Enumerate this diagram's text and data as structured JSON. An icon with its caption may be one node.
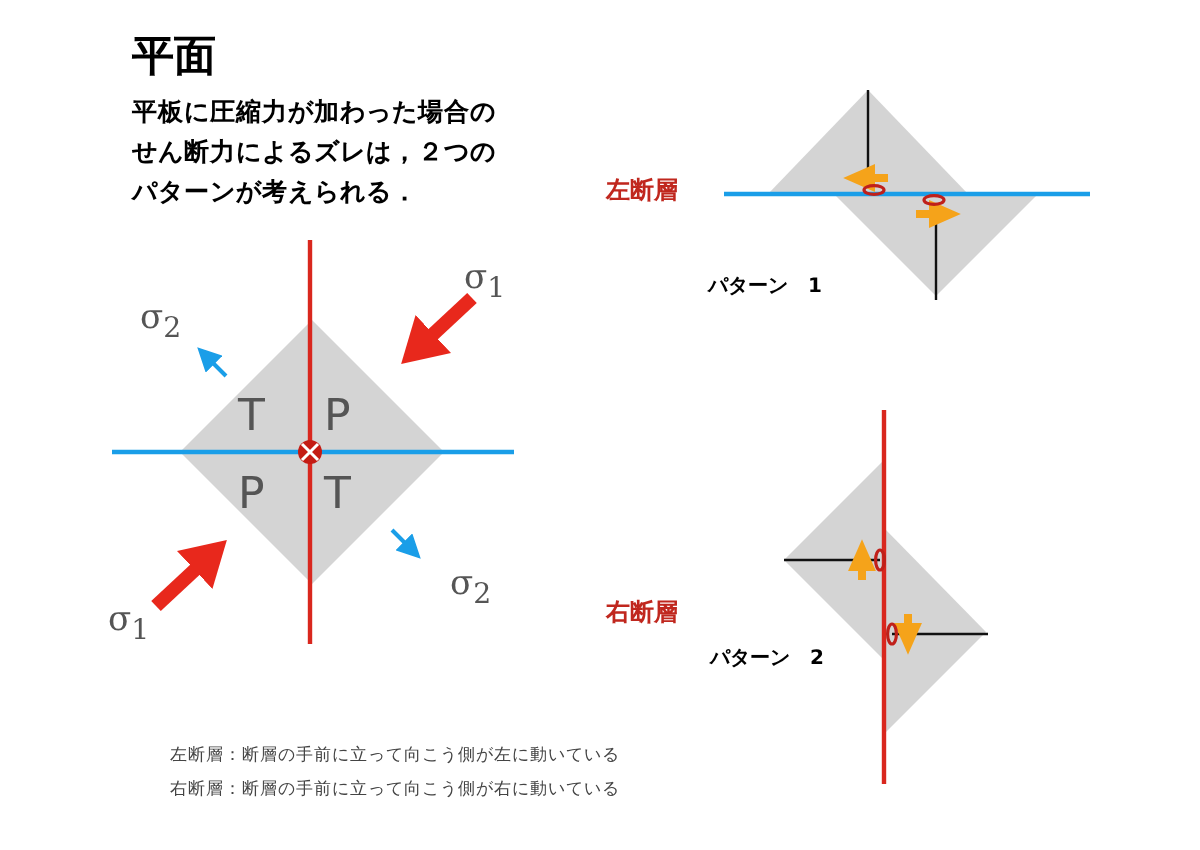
{
  "diagram": {
    "title": "平面",
    "nodes": [
      {
        "text": [
          "T",
          "P",
          "P",
          "T"
        ]
      }
    ],
    "labels": [
      "平板に圧縮力が加わった場合のせん断力によるズレは，２つのパターンが考えられる．",
      "σ$_{1}$",
      "σ$_{2}$",
      "σ$_{2}$",
      "σ$_{1}$",
      "左断層",
      "パターン　1",
      "右断層",
      "パターン　2",
      "左断層：断層の手前に立って向こう側が左に動いている",
      "右断層：断層の手前に立って向こう側が右に動いている"
    ]
  }
}
